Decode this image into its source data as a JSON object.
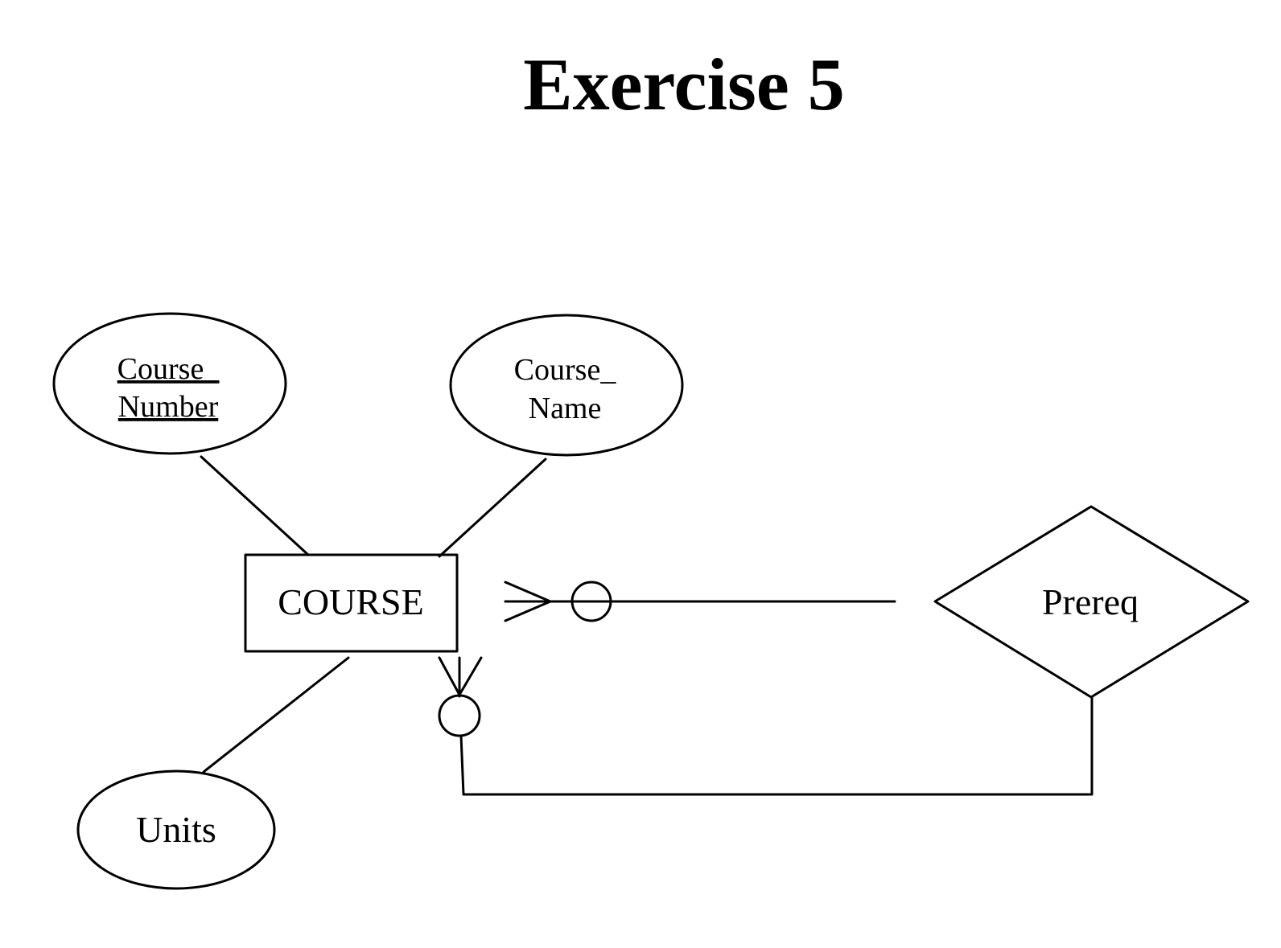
{
  "title": "Exercise 5",
  "entity": {
    "name": "COURSE"
  },
  "attributes": {
    "course_number": {
      "line1": "Course_",
      "line2": "Number",
      "key": true
    },
    "course_name": {
      "line1": "Course_",
      "line2": "Name",
      "key": false
    },
    "units": {
      "label": "Units",
      "key": false
    }
  },
  "relationship": {
    "name": "Prereq"
  },
  "colors": {
    "stroke": "#000000",
    "background": "#ffffff"
  }
}
